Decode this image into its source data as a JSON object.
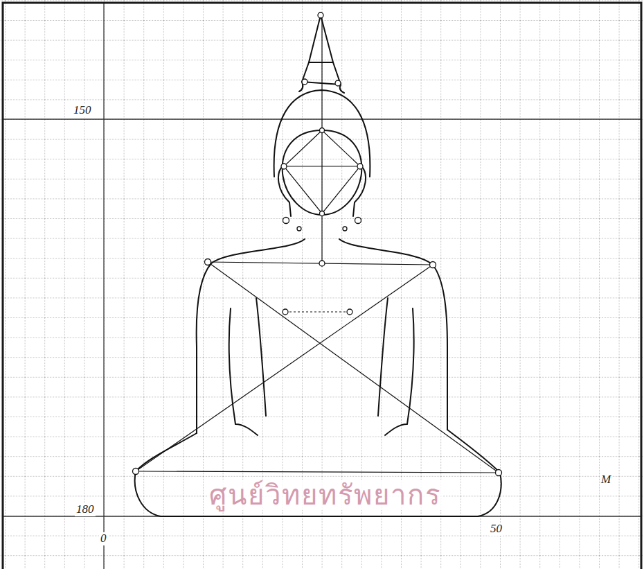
{
  "diagram": {
    "labels": [
      "150",
      "180",
      "0",
      "50",
      "M",
      "ศูนย์วิทยทรัพยากร"
    ]
  }
}
